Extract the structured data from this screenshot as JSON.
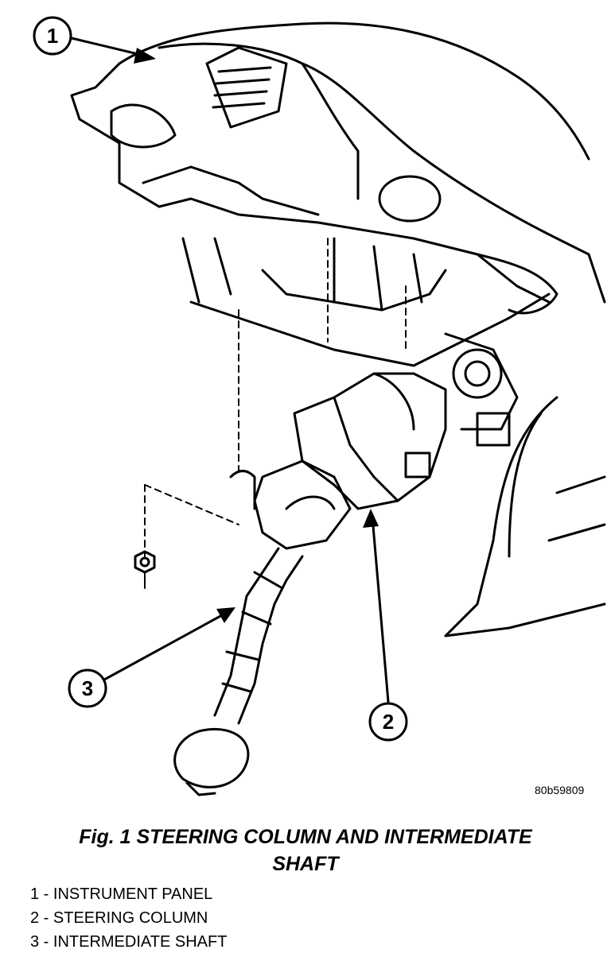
{
  "callouts": [
    "1",
    "2",
    "3"
  ],
  "figure_code": "80b59809",
  "caption": {
    "line1": "Fig. 1 STEERING COLUMN AND INTERMEDIATE",
    "line2": "SHAFT"
  },
  "legend": [
    "1 - INSTRUMENT PANEL",
    "2 - STEERING COLUMN",
    "3 - INTERMEDIATE SHAFT"
  ]
}
